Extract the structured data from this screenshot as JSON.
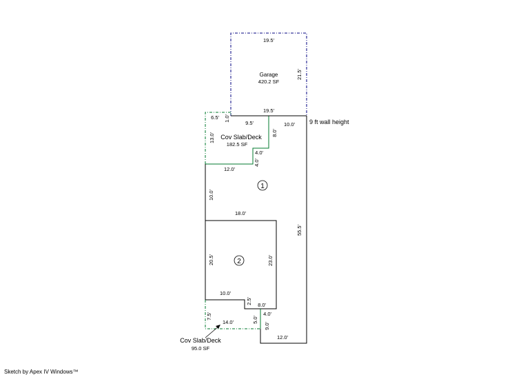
{
  "diagram": {
    "areas": {
      "garage_name": "Garage",
      "garage_area": "420.2 SF",
      "cov_slab_top_name": "Cov Slab/Deck",
      "cov_slab_top_area": "182.5 SF",
      "cov_slab_bottom_name": "Cov Slab/Deck",
      "cov_slab_bottom_area": "95.0 SF",
      "room_1": "1",
      "room_2": "2"
    },
    "note_wall_height": "9 ft wall height",
    "dimensions": {
      "garage_top": "19.5'",
      "garage_right": "21.5'",
      "garage_bottom": "19.5'",
      "slab_top_left_width": "6.5'",
      "slab_top_small": "1.0'",
      "slab_top_width": "9.5'",
      "slab_top_left_height": "13.0'",
      "slab_top_step_height": "8.0'",
      "slab_top_step_width": "4.0'",
      "slab_top_step_height2": "4.0'",
      "slab_top_bottom": "12.0'",
      "main_top_right": "10.0'",
      "main_right": "55.5'",
      "room1_left": "10.0'",
      "room1_bottom": "18.0'",
      "room2_left": "20.5'",
      "room2_right": "23.0'",
      "room2_bottom": "10.0'",
      "room2_step_height": "2.5'",
      "room2_step_width": "8.0'",
      "bottom_step_width": "4.0'",
      "slab_bottom_left": "7.5'",
      "slab_bottom_width": "14.0'",
      "slab_bottom_right": "5.0'",
      "bottom_right_height": "9.0'",
      "bottom_width": "12.0'"
    },
    "footer": "Sketch by Apex IV Windows™",
    "colors": {
      "line": "#000000",
      "garage_line": "#000080",
      "slab_line": "#007a2e"
    }
  }
}
